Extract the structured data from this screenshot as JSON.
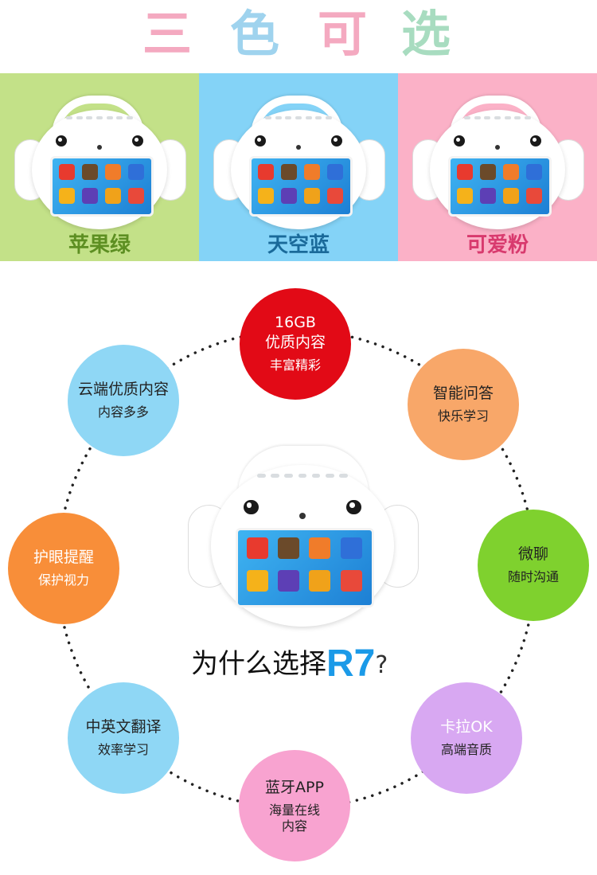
{
  "title": {
    "chars": [
      "三",
      "色",
      "可",
      "选"
    ],
    "colors": [
      "#f4a9c0",
      "#9fd3ee",
      "#f4a9c0",
      "#a8dcc0"
    ]
  },
  "variants": [
    {
      "label": "苹果绿",
      "bg": "#c3e188",
      "label_color": "#5d8f22",
      "base_color": "#9acd3c"
    },
    {
      "label": "天空蓝",
      "bg": "#84d3f7",
      "label_color": "#1a6a9a",
      "base_color": "#7cc6ea"
    },
    {
      "label": "可爱粉",
      "bg": "#fbb1c7",
      "label_color": "#d83a6e",
      "base_color": "#f6a9c0"
    }
  ],
  "features": [
    {
      "id": "storage",
      "line1": "16GB",
      "line1b": "优质内容",
      "line2": "丰富精彩",
      "color": "#e20a16"
    },
    {
      "id": "qa",
      "line1": "智能问答",
      "line2": "快乐学习",
      "color": "#f8a769"
    },
    {
      "id": "wechat",
      "line1": "微聊",
      "line2": "随时沟通",
      "color": "#7fd12e"
    },
    {
      "id": "karaoke",
      "line1": "卡拉OK",
      "line2": "高端音质",
      "color": "#d8a8f2"
    },
    {
      "id": "bluetooth",
      "line1": "蓝牙APP",
      "line2": "海量在线",
      "line2b": "内容",
      "color": "#f8a3d0"
    },
    {
      "id": "translate",
      "line1": "中英文翻译",
      "line2": "效率学习",
      "color": "#8fd7f5"
    },
    {
      "id": "eye",
      "line1": "护眼提醒",
      "line2": "保护视力",
      "color": "#f88e39"
    },
    {
      "id": "cloud",
      "line1": "云端优质内容",
      "line2": "内容多多",
      "color": "#8fd7f5"
    }
  ],
  "why": {
    "prefix": "为什么选择",
    "model": "R7",
    "suffix": "?"
  }
}
